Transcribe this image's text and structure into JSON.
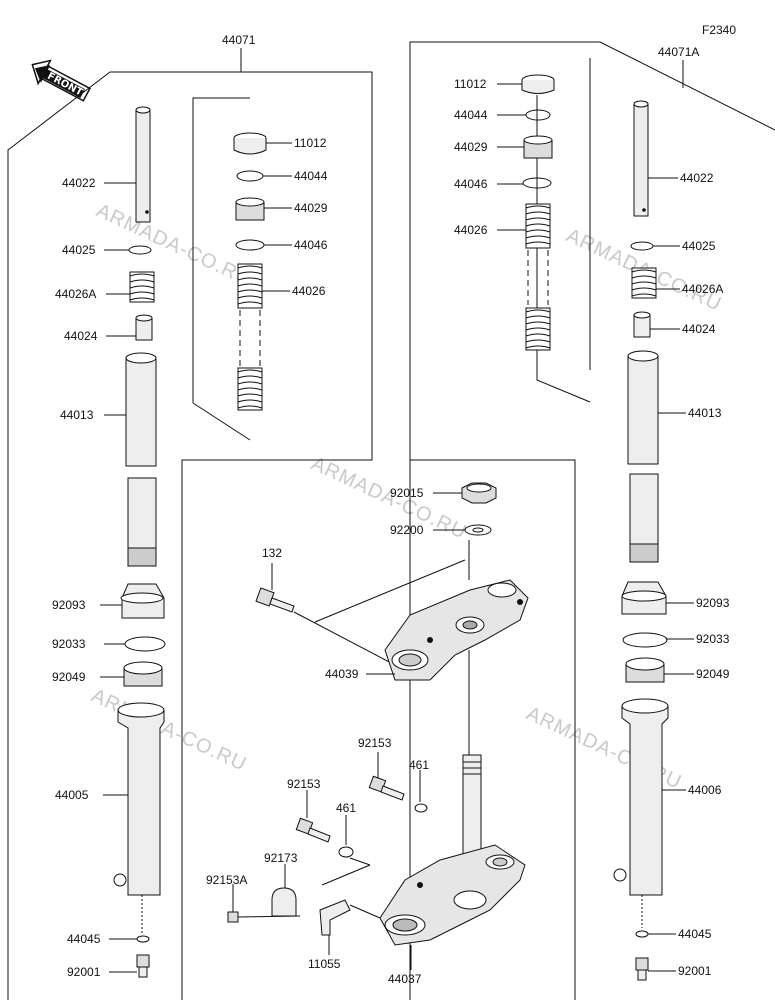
{
  "figure_code": "F2340",
  "front_label": "FRONT",
  "watermark": "ARMADA-CO.RU",
  "assembly_labels": {
    "left": "44071",
    "right": "44071A"
  },
  "part_labels": {
    "l_44022": "44022",
    "l_44025": "44025",
    "l_44026A": "44026A",
    "l_44024": "44024",
    "l_44013": "44013",
    "l_92093": "92093",
    "l_92033": "92033",
    "l_92049": "92049",
    "l_44005": "44005",
    "l_44045": "44045",
    "l_92001": "92001",
    "c_11012": "11012",
    "c_44044": "44044",
    "c_44029": "44029",
    "c_44046": "44046",
    "c_44026": "44026",
    "m_92015": "92015",
    "m_92200": "92200",
    "m_132": "132",
    "m_44039": "44039",
    "m_92153a": "92153",
    "m_461a": "461",
    "m_92153b": "92153",
    "m_461b": "461",
    "m_92173": "92173",
    "m_92153A": "92153A",
    "m_11055": "11055",
    "m_44037": "44037",
    "r_11012": "11012",
    "r_44044": "44044",
    "r_44029": "44029",
    "r_44046": "44046",
    "r_44026": "44026",
    "r_44022": "44022",
    "r_44025": "44025",
    "r_44026A": "44026A",
    "r_44024": "44024",
    "r_44013": "44013",
    "r_92093": "92093",
    "r_92033": "92033",
    "r_92049": "92049",
    "r_44006": "44006",
    "r_44045": "44045",
    "r_92001": "92001"
  }
}
